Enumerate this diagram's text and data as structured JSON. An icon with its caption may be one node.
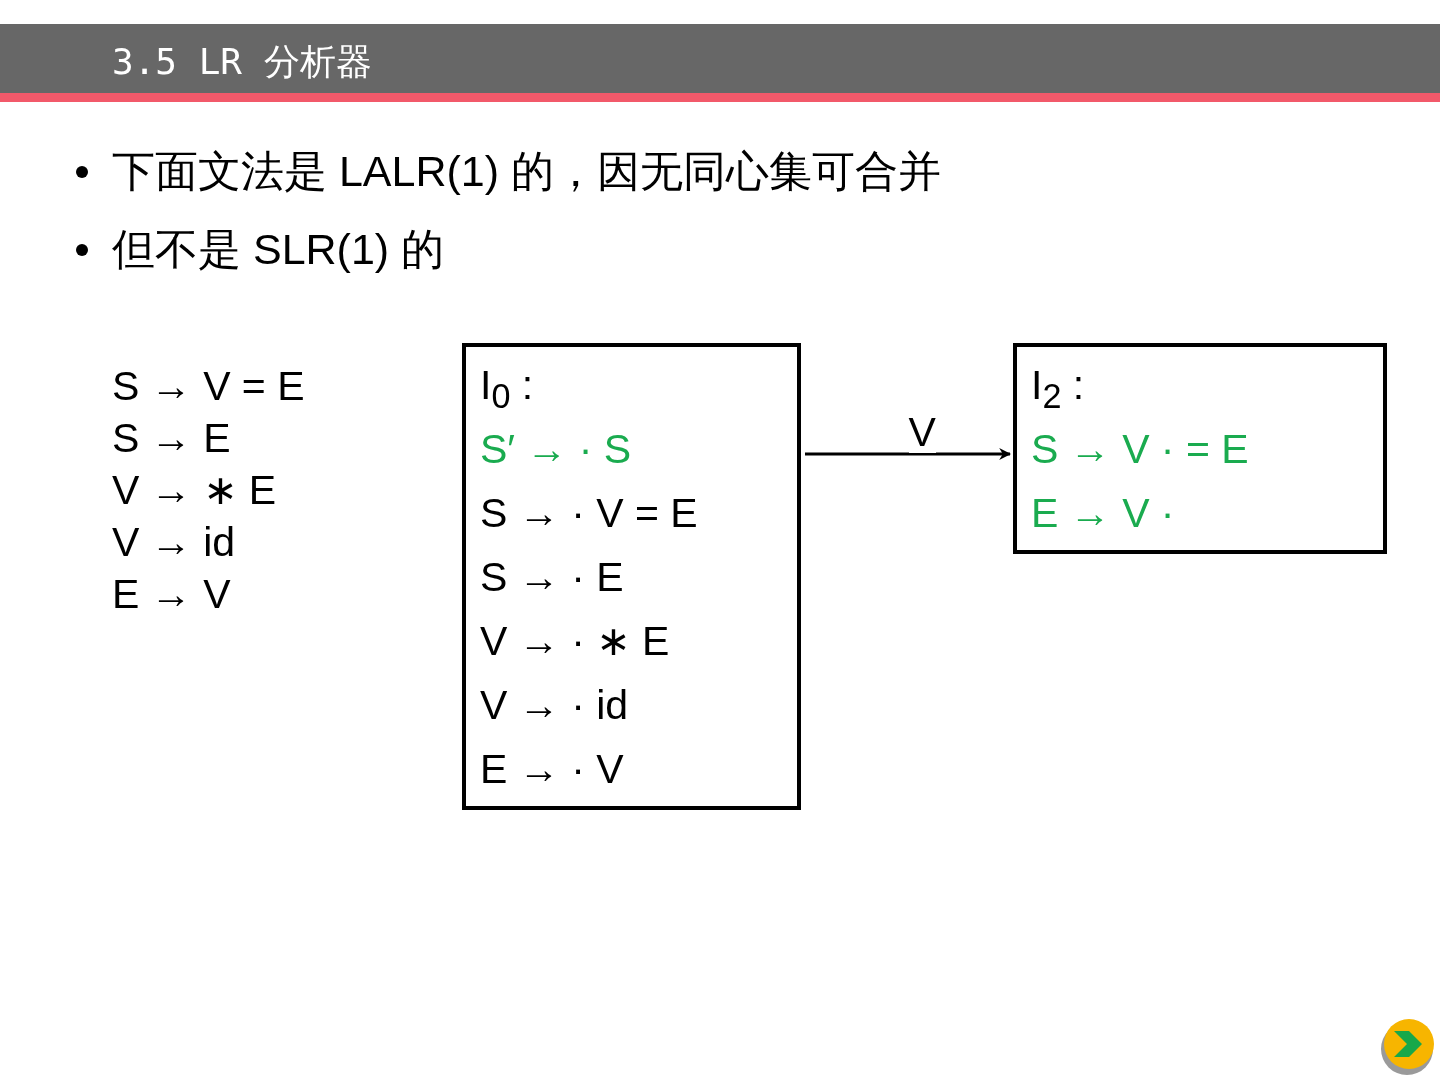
{
  "diagram": {
    "title": "3.5 LR 分析器",
    "nodes": [
      {
        "text": [
          "I$_{0}$ :",
          "S′ → · S",
          "S → · V = E",
          "S → · E",
          "V → · ∗ E",
          "V → · id",
          "E → · V"
        ]
      },
      {
        "text": [
          "I$_{2}$ :",
          "S → V · = E",
          "E → V ·"
        ]
      }
    ],
    "edges": [
      {
        "from": 0,
        "to": 1,
        "arrow": "to",
        "label": "V"
      }
    ],
    "labels": [
      "下面文法是 LALR(1) 的，因无同心集可合并",
      "但不是 SLR(1) 的",
      "S → V = E",
      "S → E",
      "V → ∗ E",
      "V → id",
      "E → V"
    ]
  }
}
